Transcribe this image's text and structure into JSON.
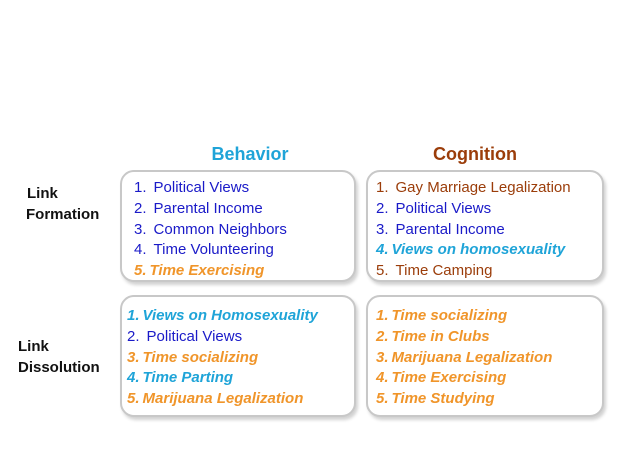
{
  "colors": {
    "behavior_header": "#1fa4d8",
    "cognition_header": "#9b3d0a",
    "blue": "#1a1ac8",
    "brown": "#9b3d0a",
    "orange": "#f0952a",
    "cyan": "#1fa4d8"
  },
  "columns": {
    "behavior": "Behavior",
    "cognition": "Cognition"
  },
  "rows": {
    "formation": [
      "Link",
      "Formation"
    ],
    "dissolution": [
      "Link",
      "Dissolution"
    ]
  },
  "cells": {
    "formation_behavior": [
      {
        "num": "1.",
        "text": "Political Views",
        "color": "blue",
        "style": "plain"
      },
      {
        "num": "2.",
        "text": "Parental Income",
        "color": "blue",
        "style": "plain"
      },
      {
        "num": "3.",
        "text": "Common Neighbors",
        "color": "blue",
        "style": "plain"
      },
      {
        "num": "4.",
        "text": "Time Volunteering",
        "color": "blue",
        "style": "plain"
      },
      {
        "num": "5.",
        "text": "Time Exercising",
        "color": "orange",
        "style": "emph"
      }
    ],
    "formation_cognition": [
      {
        "num": "1.",
        "text": "Gay Marriage Legalization",
        "color": "brown",
        "style": "plain"
      },
      {
        "num": "2.",
        "text": "Political Views",
        "color": "blue",
        "style": "plain"
      },
      {
        "num": "3.",
        "text": "Parental Income",
        "color": "blue",
        "style": "plain"
      },
      {
        "num": "4.",
        "text": "Views on homosexuality",
        "color": "cyan",
        "style": "emph"
      },
      {
        "num": "5.",
        "text": "Time Camping",
        "color": "brown",
        "style": "plain"
      }
    ],
    "dissolution_behavior": [
      {
        "num": "1.",
        "text": "Views on Homosexuality",
        "color": "cyan",
        "style": "emph"
      },
      {
        "num": "2.",
        "text": "Political Views",
        "color": "blue",
        "style": "plain"
      },
      {
        "num": "3.",
        "text": "Time socializing",
        "color": "orange",
        "style": "emph"
      },
      {
        "num": "4.",
        "text": "Time Parting",
        "color": "cyan",
        "style": "emph"
      },
      {
        "num": "5.",
        "text": "Marijuana Legalization",
        "color": "orange",
        "style": "emph"
      }
    ],
    "dissolution_cognition": [
      {
        "num": "1.",
        "text": "Time socializing",
        "color": "orange",
        "style": "emph"
      },
      {
        "num": "2.",
        "text": "Time in Clubs",
        "color": "orange",
        "style": "emph"
      },
      {
        "num": "3.",
        "text": "Marijuana Legalization",
        "color": "orange",
        "style": "emph"
      },
      {
        "num": "4.",
        "text": "Time Exercising",
        "color": "orange",
        "style": "emph"
      },
      {
        "num": "5.",
        "text": "Time Studying",
        "color": "orange",
        "style": "emph"
      }
    ]
  }
}
